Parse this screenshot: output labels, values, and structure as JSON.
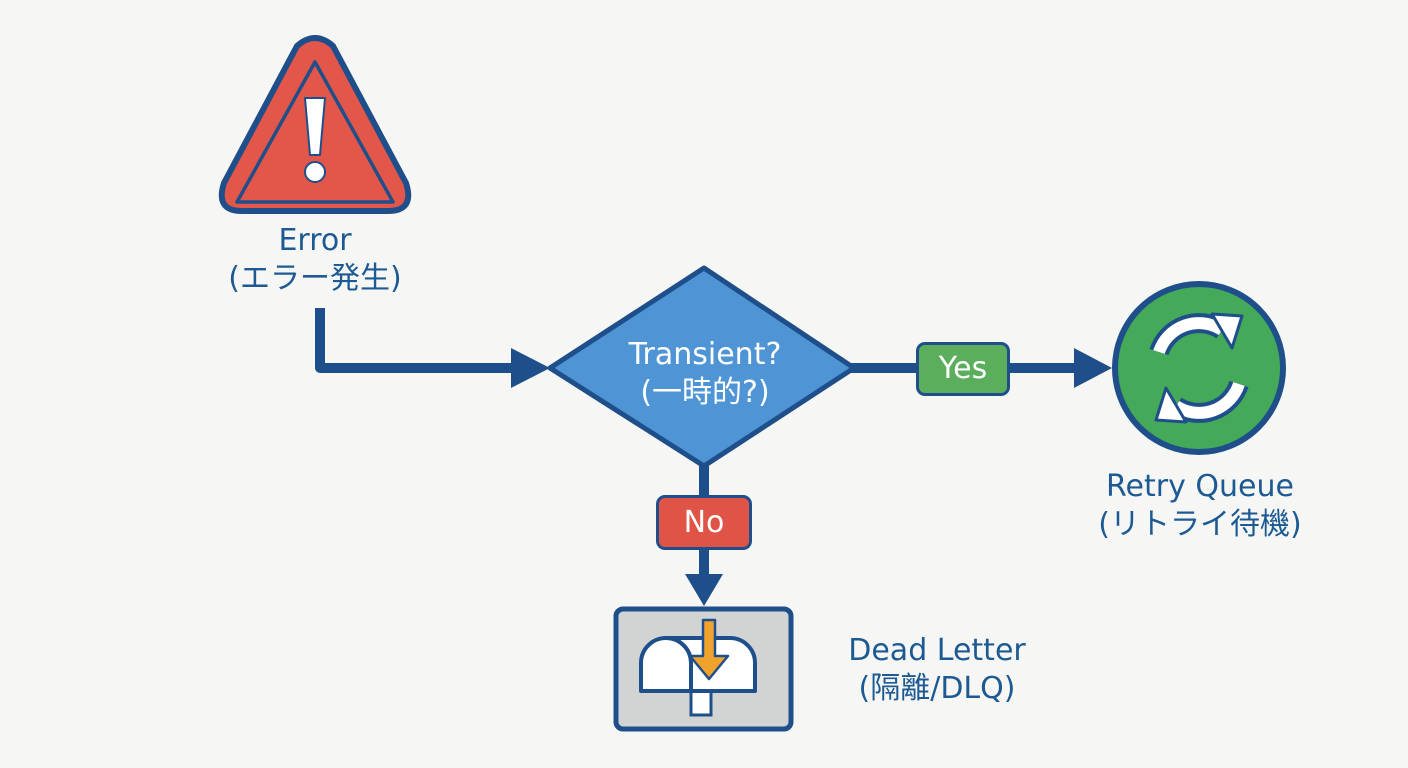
{
  "nodes": {
    "error": {
      "title": "Error",
      "subtitle": "(エラー発生)",
      "icon": "warning-triangle-icon"
    },
    "decision": {
      "title": "Transient?",
      "subtitle": "(一時的?)"
    },
    "retry": {
      "title": "Retry Queue",
      "subtitle": "(リトライ待機)",
      "icon": "refresh-cycle-icon"
    },
    "dead_letter": {
      "title": "Dead Letter",
      "subtitle": "(隔離/DLQ)",
      "icon": "mailbox-icon"
    }
  },
  "edges": {
    "yes_label": "Yes",
    "no_label": "No"
  },
  "colors": {
    "background": "#f6f7f5",
    "outline": "#1f4f8a",
    "label_text": "#1d5a93",
    "error_red": "#e3574a",
    "decision_blue": "#4f94d4",
    "retry_green": "#45a95a",
    "yes_green": "#5aae5c",
    "no_red": "#e05347",
    "mailbox_gray": "#d2d4d4",
    "arrow_orange": "#f0a32c"
  }
}
